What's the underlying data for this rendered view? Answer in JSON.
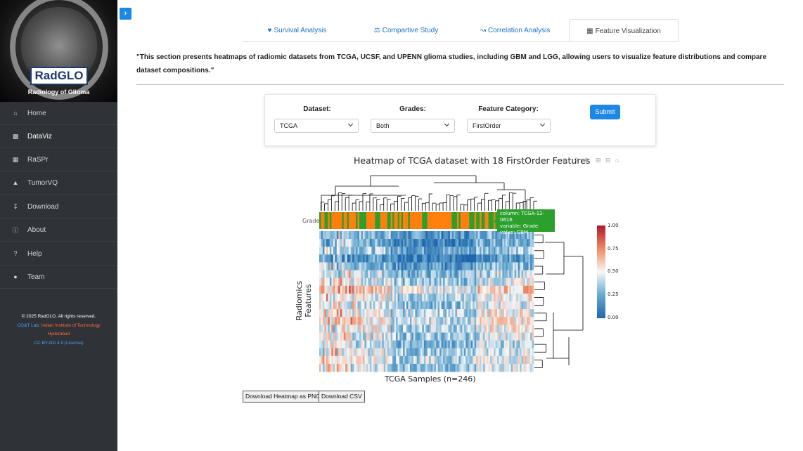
{
  "app": {
    "logo_text": "RadGLO",
    "logo_subtitle": "Radiology of Glioma"
  },
  "sidebar": {
    "items": [
      {
        "label": "Home",
        "icon": "home-icon"
      },
      {
        "label": "DataViz",
        "icon": "bar-chart-icon"
      },
      {
        "label": "RaSPr",
        "icon": "image-icon"
      },
      {
        "label": "TumorVQ",
        "icon": "area-chart-icon"
      },
      {
        "label": "Download",
        "icon": "download-icon"
      },
      {
        "label": "About",
        "icon": "info-icon"
      },
      {
        "label": "Help",
        "icon": "question-icon"
      },
      {
        "label": "Team",
        "icon": "users-icon"
      }
    ],
    "active_index": 1,
    "footer": {
      "copyright": "© 2025 RadGLO. All rights reserved.",
      "lab": "CG&T Lab,",
      "institute_line1": "Indian Institute of Technology",
      "institute_line2": "Hyderabad",
      "license": "CC BY-ND 4.0 (License)"
    }
  },
  "tabs": [
    {
      "label": "Survival Analysis",
      "icon": "heart-pulse-icon"
    },
    {
      "label": "Compartive Study",
      "icon": "balance-scale-icon"
    },
    {
      "label": "Correlation Analysis",
      "icon": "line-chart-icon"
    },
    {
      "label": "Feature Visualization",
      "icon": "table-icon"
    }
  ],
  "active_tab": 3,
  "intro": "\"This section presents heatmaps of radiomic datasets from TCGA, UCSF, and UPENN glioma studies, including GBM and LGG, allowing users to visualize feature distributions and compare dataset compositions.\"",
  "form": {
    "dataset_label": "Dataset:",
    "dataset_value": "TCGA",
    "grades_label": "Grades:",
    "grades_value": "Both",
    "category_label": "Feature Category:",
    "category_value": "FirstOrder",
    "submit_label": "Submit"
  },
  "heatmap": {
    "title": "Heatmap of TCGA dataset with 18 FirstOrder Features",
    "row_annotation_label": "Grade",
    "ylabel": "Radiomics Features",
    "xlabel": "TCGA Samples (n=246)",
    "colorbar_ticks": [
      "1.00",
      "0.75",
      "0.50",
      "0.25",
      "0.00"
    ],
    "tooltip": {
      "line1": "column: TCGA-12-0616",
      "line2": "variable: Grade",
      "line3": "value: GBM"
    },
    "grade_colors": {
      "GBM": "#2ca02c",
      "LGG": "#ff7f0e"
    }
  },
  "buttons": {
    "download_png": "Download Heatmap as PNG",
    "download_csv": "Download CSV"
  }
}
